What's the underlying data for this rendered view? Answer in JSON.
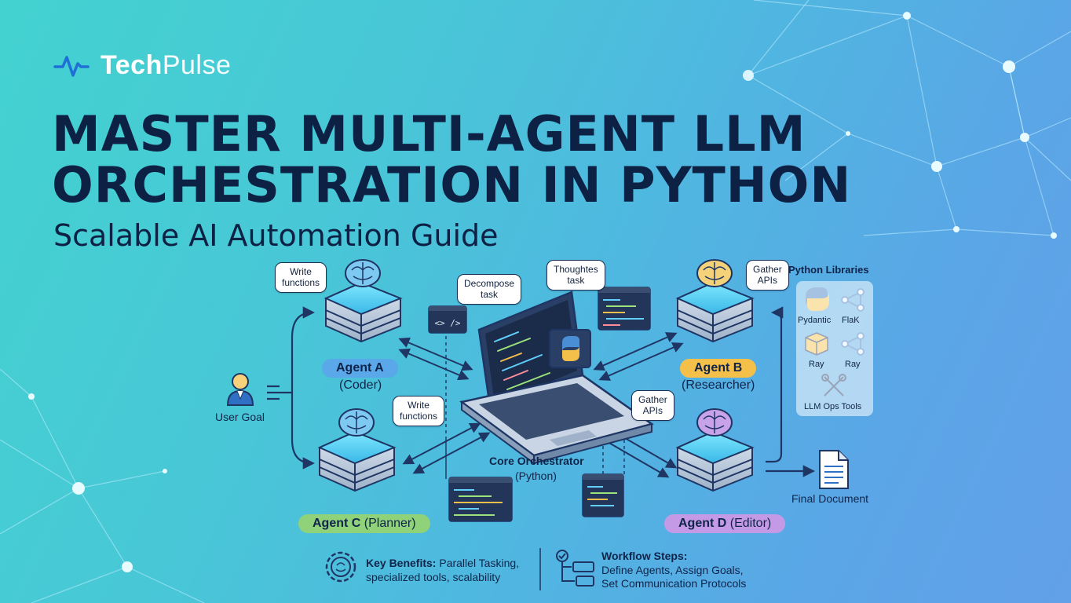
{
  "brand": {
    "name_bold": "Tech",
    "name_regular": "Pulse"
  },
  "title": {
    "line1": "MASTER MULTI-AGENT LLM",
    "line2": "ORCHESTRATION IN PYTHON",
    "subtitle": "Scalable AI Automation Guide"
  },
  "user": {
    "label": "User Goal"
  },
  "agents": {
    "a": {
      "name": "Agent A",
      "role": "(Coder)",
      "bubble": [
        "Write",
        "functions"
      ],
      "color": "#5aa7ea"
    },
    "b": {
      "name": "Agent B",
      "role": "(Researcher)",
      "bubble": [
        "Gather",
        "APIs"
      ],
      "color": "#f5c04a"
    },
    "c": {
      "name": "Agent C",
      "role": "(Planner)",
      "bubble": [
        "Write",
        "functions"
      ],
      "color": "#8fd27a"
    },
    "d": {
      "name": "Agent D",
      "role": "(Editor)",
      "bubble": [
        "Gather",
        "APIs"
      ],
      "color": "#c49ae6"
    }
  },
  "orchestrator": {
    "name": "Core Orchestrator",
    "sub": "(Python)",
    "bubble_left": [
      "Decompose",
      "task"
    ],
    "bubble_right": [
      "Thoughtes",
      "task"
    ]
  },
  "output": {
    "label": "Final Document"
  },
  "libraries": {
    "title": "Python Libraries",
    "items": [
      "Pydantic",
      "FlaK",
      "Ray",
      "Ray",
      "LLM Ops Tools"
    ]
  },
  "benefits": {
    "heading": "Key Benefits:",
    "line1": "Parallel Tasking,",
    "line2": "specialized tools, scalability"
  },
  "workflow": {
    "heading": "Workflow Steps:",
    "line1": "Define Agents, Assign Goals,",
    "line2": "Set Communication Protocols"
  },
  "icons": [
    "pulse-icon",
    "user-icon",
    "brain-server-icon",
    "laptop-icon",
    "python-icon",
    "code-snippet-icon",
    "document-icon",
    "gear-icon",
    "checklist-icon",
    "package-icon",
    "network-icon",
    "tools-icon"
  ],
  "colors": {
    "accent_navy": "#0d2145",
    "agent_a": "#5aa7ea",
    "agent_b": "#f5c04a",
    "agent_c": "#8fd27a",
    "agent_d": "#c49ae6"
  }
}
